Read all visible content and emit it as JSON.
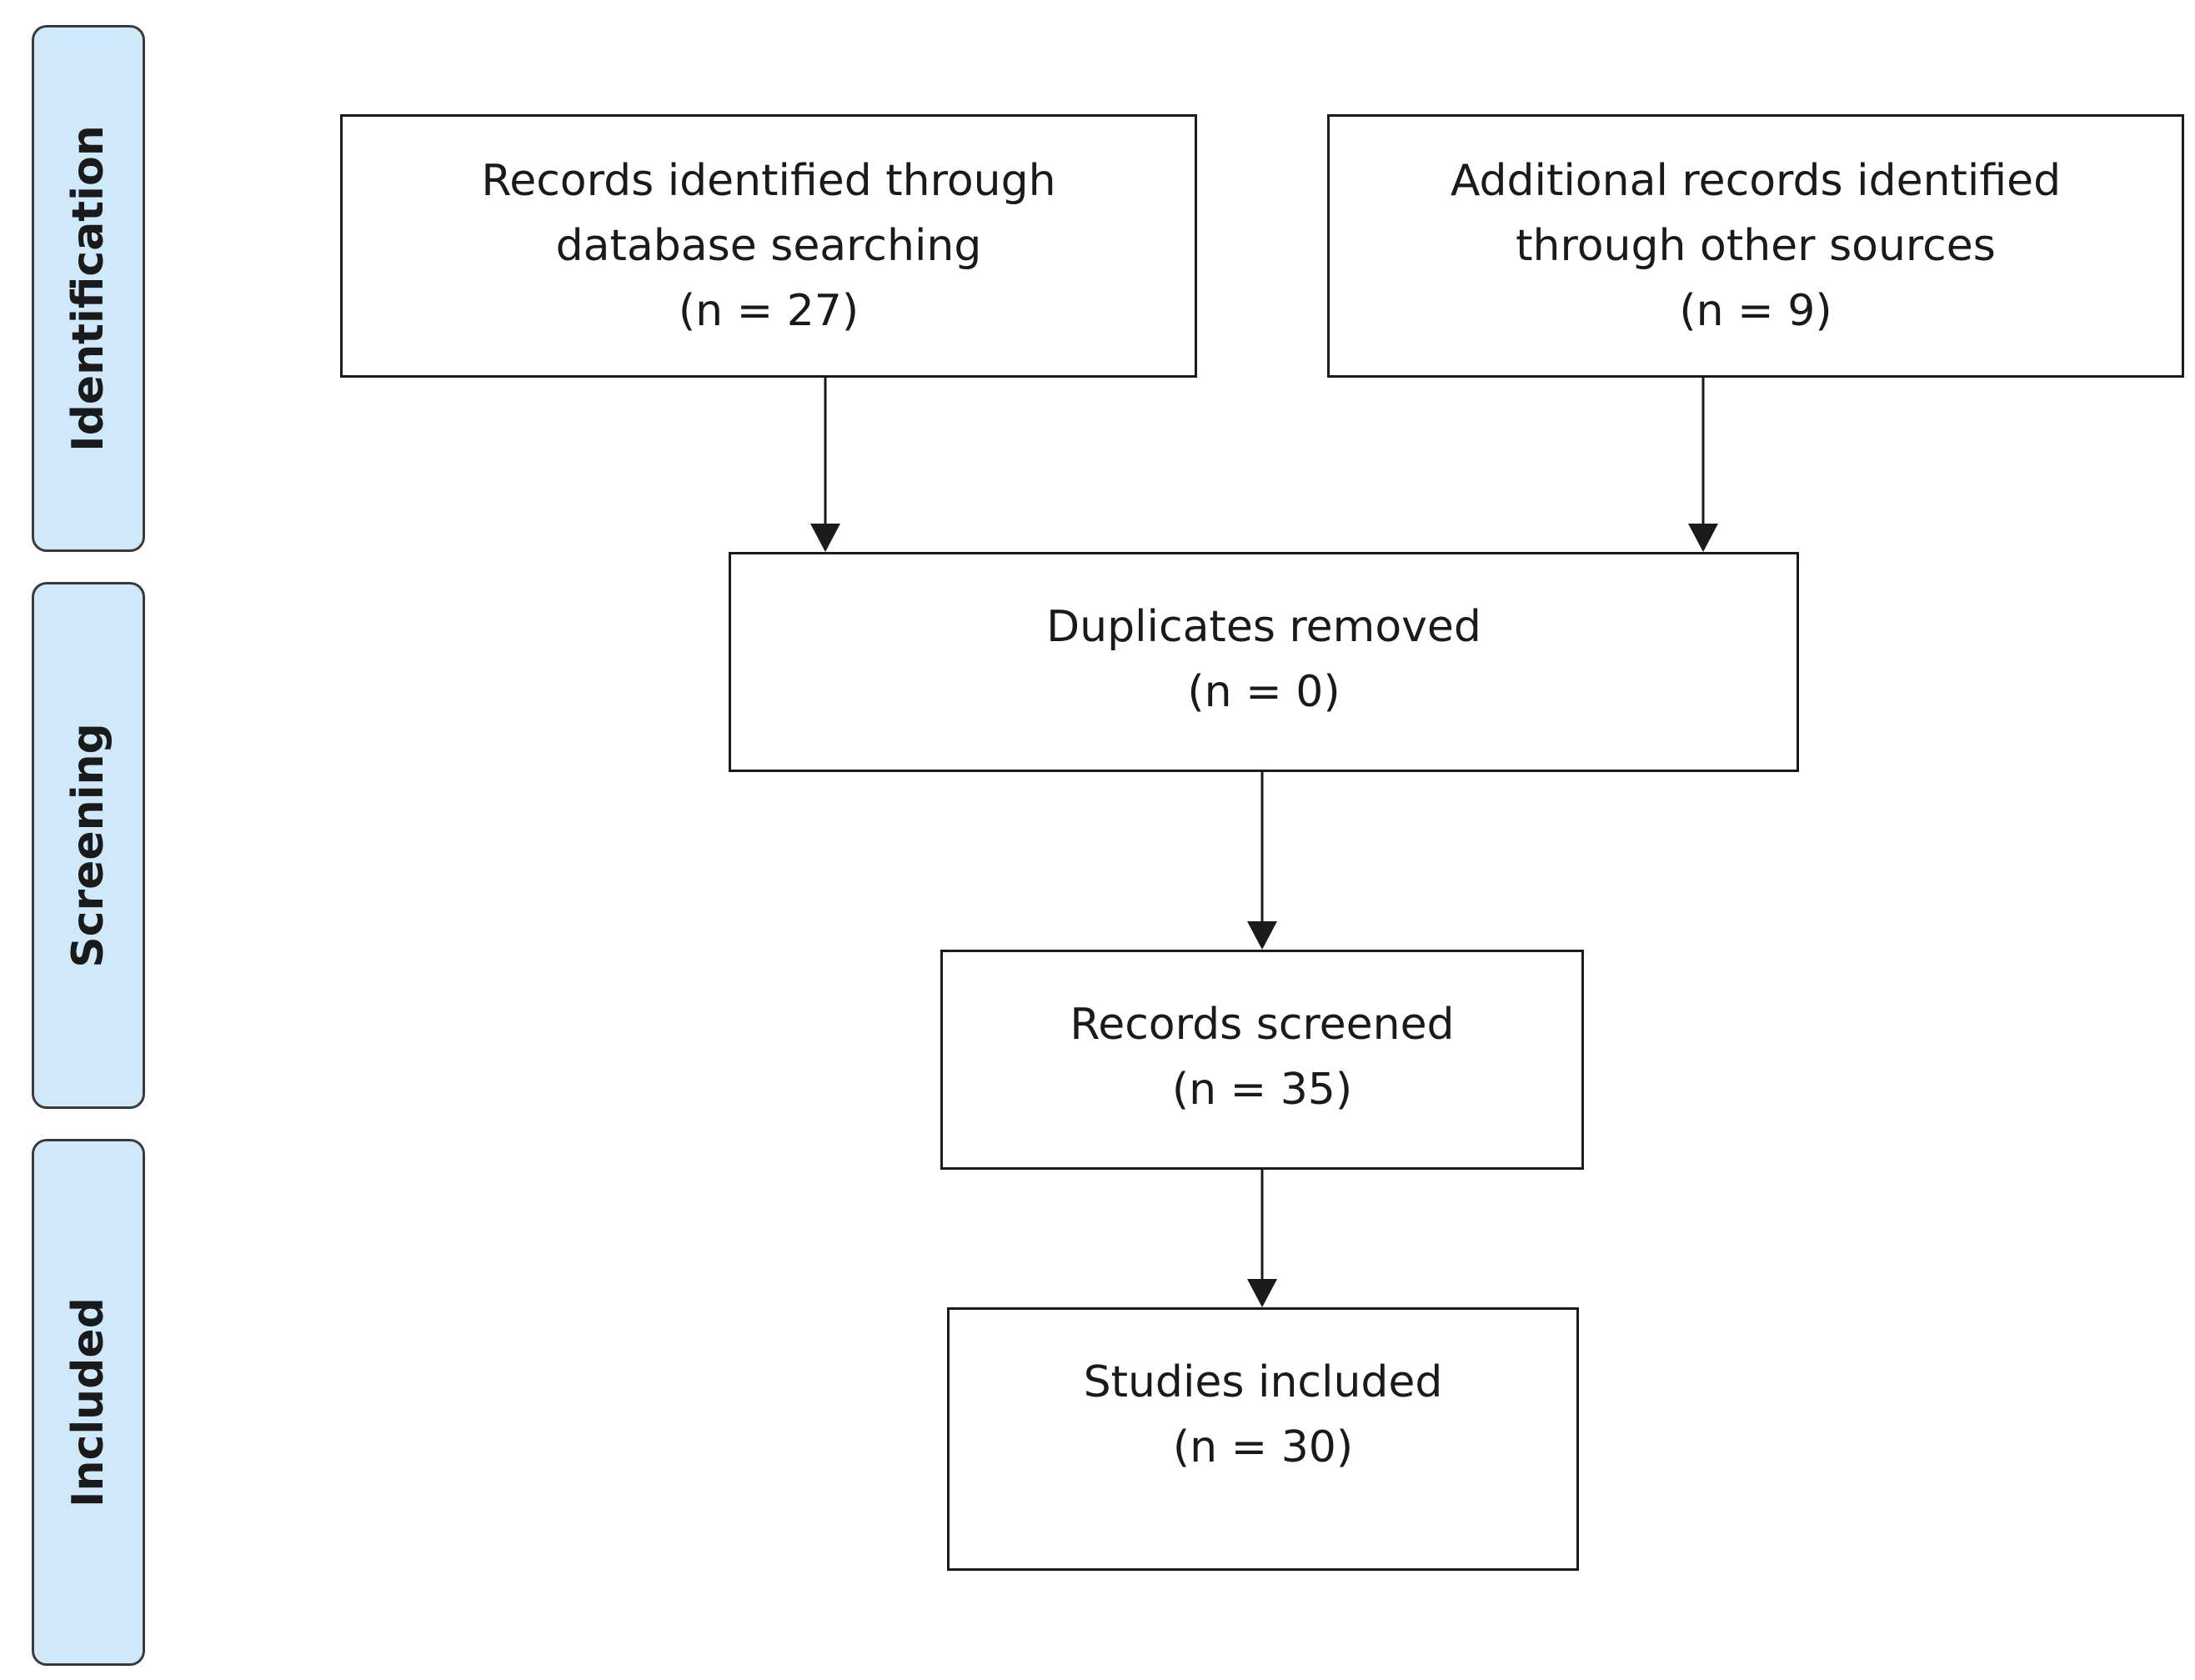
{
  "stages": {
    "identification": "Identification",
    "screening": "Screening",
    "included": "Included"
  },
  "boxes": {
    "database": {
      "line1": "Records identified through",
      "line2": "database searching",
      "count": "(n = 27)"
    },
    "other": {
      "line1": "Additional records identified",
      "line2": "through other sources",
      "count": "(n = 9)"
    },
    "duplicates": {
      "line1": "Duplicates removed",
      "count": "(n = 0)"
    },
    "screened": {
      "line1": "Records screened",
      "count": "(n = 35)"
    },
    "included": {
      "line1": "Studies included",
      "count": "(n = 30)"
    }
  },
  "colors": {
    "stage_fill": "#cfe9fb",
    "stroke": "#1a1a1a"
  }
}
